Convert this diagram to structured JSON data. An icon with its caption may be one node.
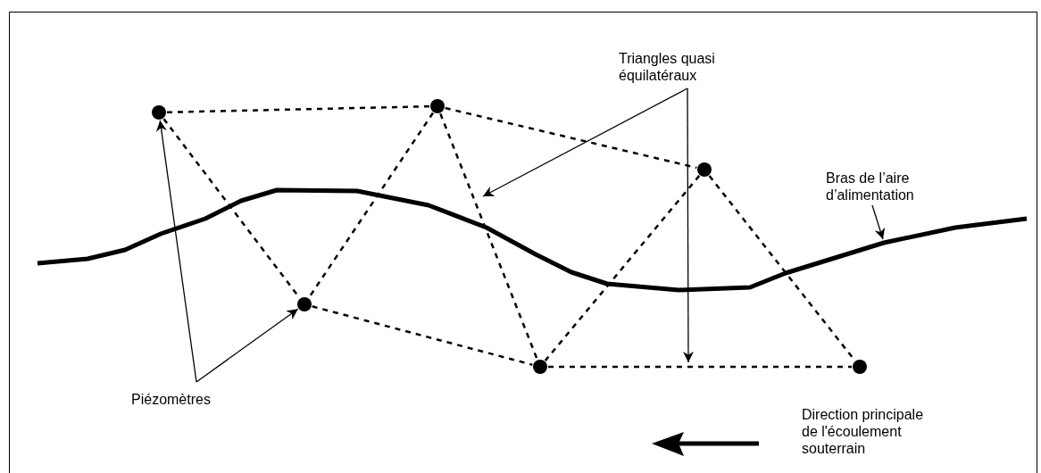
{
  "diagram": {
    "nodes": [
      {
        "text": [
          "Triangles quasi équilatéraux"
        ]
      },
      {
        "text": [
          "Bras de l’aire d’alimentation"
        ]
      },
      {
        "text": [
          "Piézomètres"
        ]
      },
      {
        "text": [
          "Direction principale de l'écoulement souterrain"
        ]
      },
      {
        "text": [],
        "shape": "circle"
      },
      {
        "text": [],
        "shape": "circle"
      },
      {
        "text": [],
        "shape": "circle"
      },
      {
        "text": [],
        "shape": "circle"
      },
      {
        "text": [],
        "shape": "circle"
      },
      {
        "text": [],
        "shape": "circle"
      }
    ],
    "edges": [
      {
        "from": 4,
        "to": 5,
        "arrow": "none",
        "style": "dashed"
      },
      {
        "from": 4,
        "to": 7,
        "arrow": "none",
        "style": "dashed"
      },
      {
        "from": 5,
        "to": 7,
        "arrow": "none",
        "style": "dashed"
      },
      {
        "from": 5,
        "to": 6,
        "arrow": "none",
        "style": "dashed"
      },
      {
        "from": 5,
        "to": 8,
        "arrow": "none",
        "style": "dashed"
      },
      {
        "from": 7,
        "to": 8,
        "arrow": "none",
        "style": "dashed"
      },
      {
        "from": 6,
        "to": 8,
        "arrow": "none",
        "style": "dashed"
      },
      {
        "from": 6,
        "to": 9,
        "arrow": "none",
        "style": "dashed"
      },
      {
        "from": 8,
        "to": 9,
        "arrow": "none",
        "style": "dashed"
      },
      {
        "from": 2,
        "to": 4,
        "arrow": "to"
      },
      {
        "from": 2,
        "to": 7,
        "arrow": "to"
      },
      {
        "from": 0,
        "to": null,
        "arrow": "to"
      },
      {
        "from": 0,
        "to": null,
        "arrow": "to"
      },
      {
        "from": 1,
        "to": null,
        "arrow": "to"
      }
    ]
  }
}
